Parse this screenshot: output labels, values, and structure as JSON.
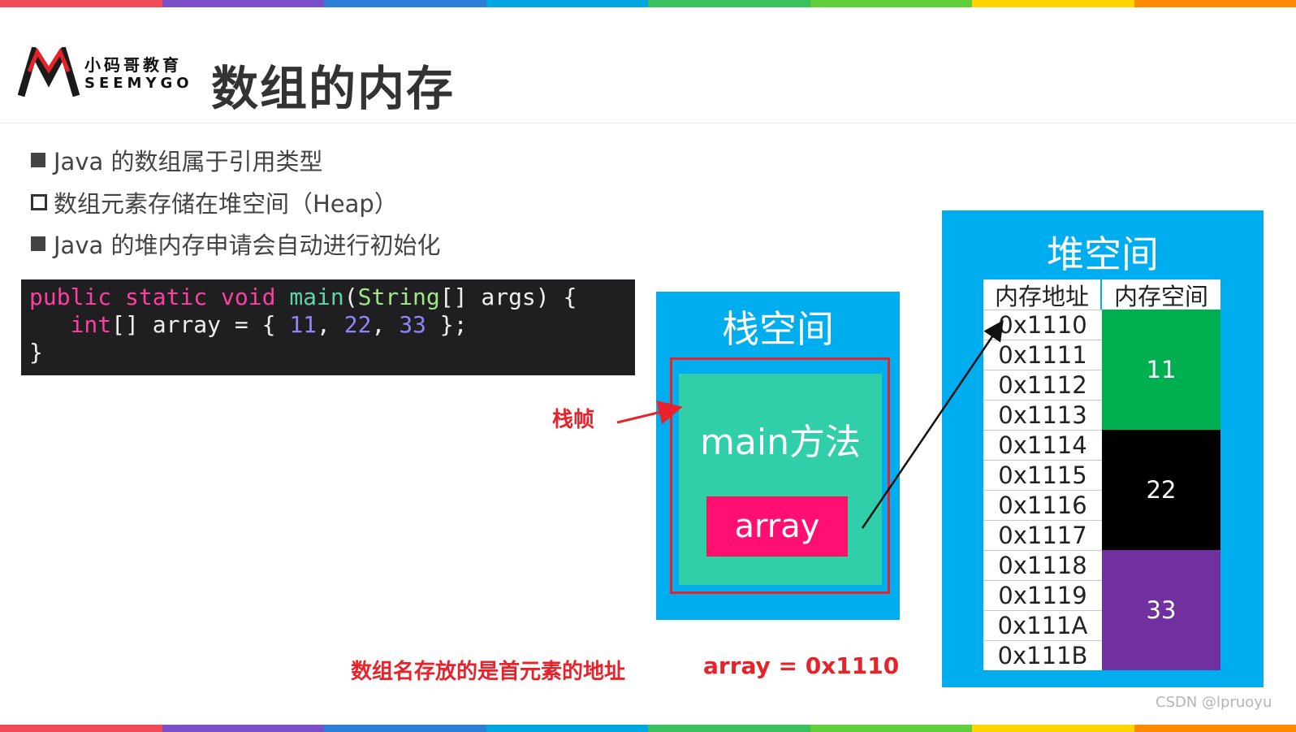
{
  "stripe_colors": [
    "#f04a57",
    "#7b4fc9",
    "#2b7fd9",
    "#00a7e1",
    "#39c15f",
    "#5fcf3b",
    "#ffd400",
    "#ff8a00"
  ],
  "logo": {
    "cn_text": "小码哥教育",
    "en_text": "SEEMYGO",
    "colors": {
      "mark_dark": "#1a1a1a",
      "mark_red": "#e8222a"
    }
  },
  "page_title": "数组的内存",
  "bullets": [
    {
      "icon": "filled-square-icon",
      "text": "Java 的数组属于引用类型"
    },
    {
      "icon": "hollow-square-icon",
      "text": "数组元素存储在堆空间（Heap）"
    },
    {
      "icon": "filled-square-icon",
      "text": "Java 的堆内存申请会自动进行初始化"
    }
  ],
  "code": {
    "kw_public": "public",
    "kw_static": "static",
    "kw_void": "void",
    "fn_main": "main",
    "paren_open": "(",
    "type_string": "String",
    "args_rest": "[] args) {",
    "indent": "   ",
    "kw_int": "int",
    "decl": "[] array = { ",
    "n1": "11",
    "comma1": ", ",
    "n2": "22",
    "comma2": ", ",
    "n3": "33",
    "decl_end": " };",
    "close_brace": "}",
    "space": " "
  },
  "stack": {
    "title": "栈空间",
    "method_label": "main方法",
    "variable_label": "array",
    "frame_note": "栈帧"
  },
  "heap": {
    "title": "堆空间",
    "col_address": "内存地址",
    "col_space": "内存空间",
    "addresses": [
      "0x1110",
      "0x1111",
      "0x1112",
      "0x1113",
      "0x1114",
      "0x1115",
      "0x1116",
      "0x1117",
      "0x1118",
      "0x1119",
      "0x111A",
      "0x111B"
    ],
    "values": [
      {
        "text": "11",
        "color": "#00b050"
      },
      {
        "text": "22",
        "color": "#000000"
      },
      {
        "text": "33",
        "color": "#7030a0"
      }
    ]
  },
  "caption": "数组名存放的是首元素的地址",
  "equation": "array = 0x1110",
  "watermark": "CSDN @lpruoyu",
  "colors": {
    "stack_bg": "#00aeef",
    "method_bg": "#31cfa9",
    "variable_bg": "#ff0f72",
    "annotation_red": "#e8222a"
  }
}
